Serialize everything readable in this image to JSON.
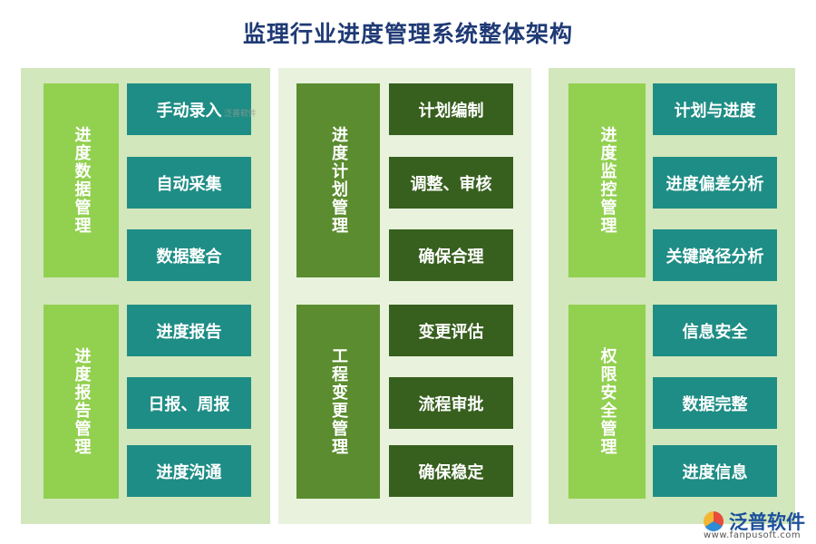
{
  "title": "监理行业进度管理系统整体架构",
  "columns": [
    {
      "groups": [
        {
          "label": "进度数据管理",
          "items": [
            "手动录入",
            "自动采集",
            "数据整合"
          ]
        },
        {
          "label": "进度报告管理",
          "items": [
            "进度报告",
            "日报、周报",
            "进度沟通"
          ]
        }
      ]
    },
    {
      "groups": [
        {
          "label": "进度计划管理",
          "items": [
            "计划编制",
            "调整、审核",
            "确保合理"
          ]
        },
        {
          "label": "工程变更管理",
          "items": [
            "变更评估",
            "流程审批",
            "确保稳定"
          ]
        }
      ]
    },
    {
      "groups": [
        {
          "label": "进度监控管理",
          "items": [
            "计划与进度",
            "进度偏差分析",
            "关键路径分析"
          ]
        },
        {
          "label": "权限安全管理",
          "items": [
            "信息安全",
            "数据完整",
            "进度信息"
          ]
        }
      ]
    }
  ],
  "watermark_small": "泛普软件",
  "logo": {
    "name": "泛普软件",
    "url": "www.fanpusoft.com"
  },
  "colors": {
    "title": "#1f3a75",
    "light_green": "#92d050",
    "dark_green": "#375f1e",
    "mid_green": "#5b8c2f",
    "teal": "#1e8d85"
  }
}
